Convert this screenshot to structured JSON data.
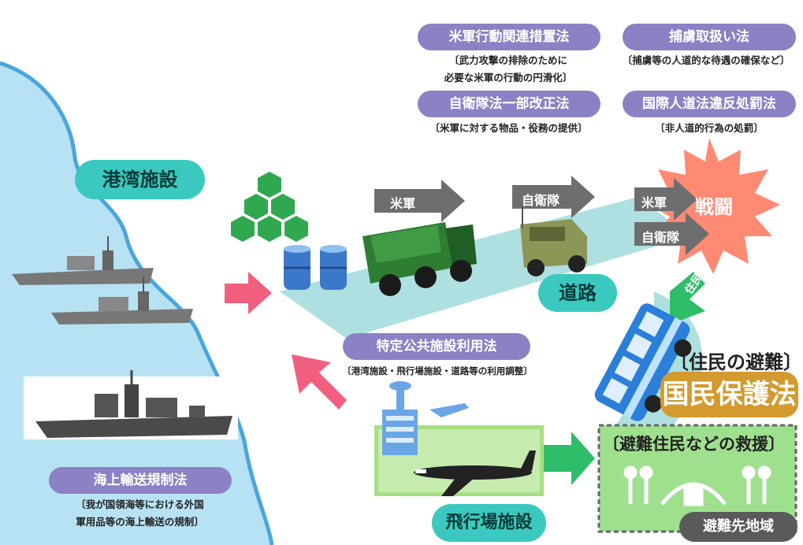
{
  "laws": {
    "us_military_law": "米軍行動関連措置法",
    "us_military_note_1": "〔武力攻撃の排除のために",
    "us_military_note_2": "必要な米軍の行動の円滑化〕",
    "pow_law": "捕虜取扱い法",
    "pow_note": "〔捕虜等の人道的な待遇の確保など〕",
    "sdf_law": "自衛隊法一部改正法",
    "sdf_note": "〔米軍に対する物品・役務の提供〕",
    "ihl_law": "国際人道法違反処罰法",
    "ihl_note": "〔非人道的行為の処罰〕",
    "facility_law": "特定公共施設利用法",
    "facility_note": "〔港湾施設・飛行場施設・道路等の利用調整〕",
    "maritime_law": "海上輸送規制法",
    "maritime_note_1": "〔我が国領海等における外国",
    "maritime_note_2": "軍用品等の海上輸送の規制〕",
    "civil_protection_law": "国民保護法"
  },
  "labels": {
    "port": "港湾施設",
    "road": "道路",
    "airfield": "飛行場施設",
    "us_forces": "米軍",
    "sdf": "自衛隊",
    "us_forces_2": "米軍",
    "sdf_2": "自衛隊",
    "combat": "戦闘",
    "residents": "住民",
    "evacuation": "〔住民の避難〕",
    "rescue": "〔避難住民などの救援〕",
    "evac_area": "避難先地域"
  },
  "colors": {
    "law_pill": "#8a82c4",
    "teal_label": "#3bc9bf",
    "sea": "#b7e2f4",
    "road_band": "#aee0e2",
    "pink_arrow": "#f0607e",
    "green_arrow": "#2fbd6a",
    "combat_burst": "#ff8a74",
    "orange_badge": "#d29a2f",
    "evac_box": "#9fe08f"
  },
  "icons": [
    "warship",
    "ammunition-stack",
    "oil-drum",
    "military-truck",
    "humvee",
    "bus",
    "airport-building",
    "airplane",
    "rescue-people"
  ]
}
